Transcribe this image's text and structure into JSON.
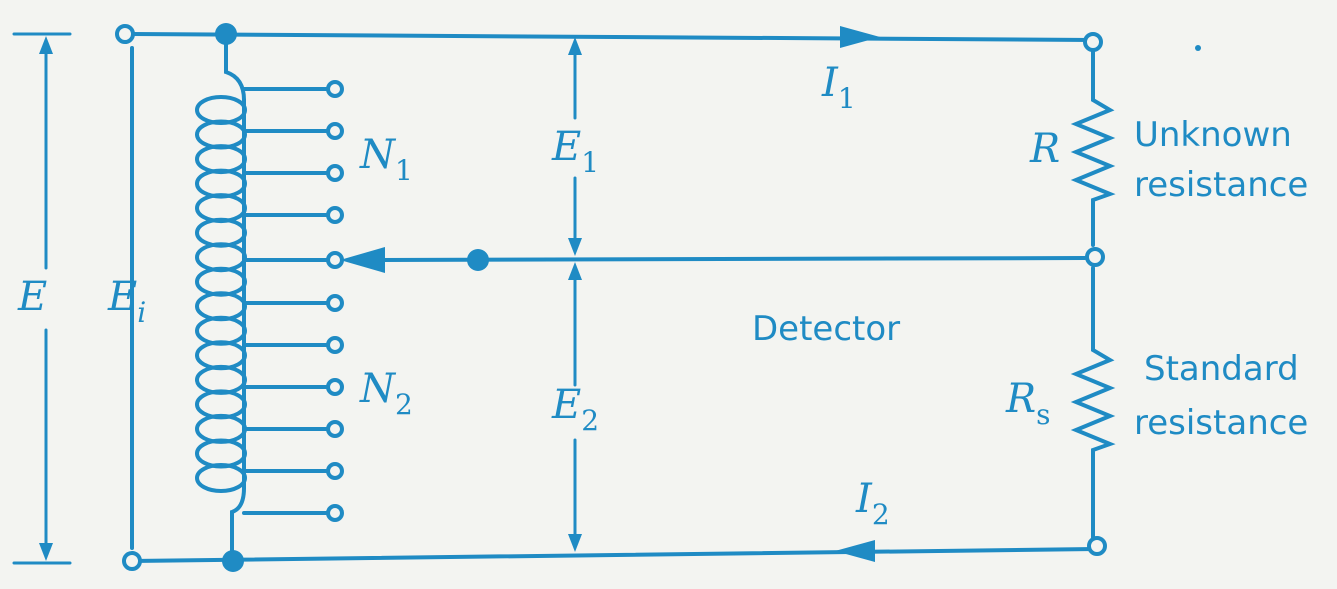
{
  "colors": {
    "ink": "#1f8bc4",
    "paper": "#f3f4f1"
  },
  "labels": {
    "E": "E",
    "Ei_main": "E",
    "Ei_sub": "i",
    "N1_main": "N",
    "N1_sub": "1",
    "N2_main": "N",
    "N2_sub": "2",
    "E1_main": "E",
    "E1_sub": "1",
    "E2_main": "E",
    "E2_sub": "2",
    "I1_main": "I",
    "I1_sub": "1",
    "I2_main": "I",
    "I2_sub": "2",
    "R": "R",
    "Rs_main": "R",
    "Rs_sub": "s",
    "detector": "Detector",
    "unknown_line1": "Unknown",
    "unknown_line2": "resistance",
    "standard_line1": "Standard",
    "standard_line2": "resistance"
  }
}
